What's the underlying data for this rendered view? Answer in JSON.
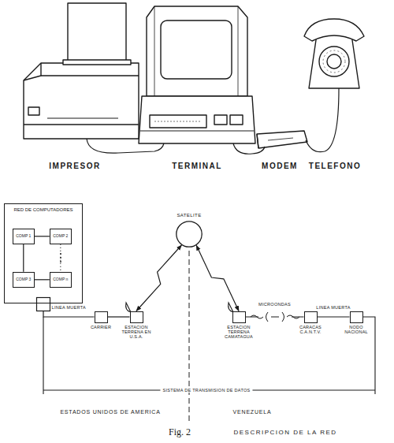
{
  "diagram": {
    "caption": "DESCRIPCION DE LA RED",
    "nodes": [
      {
        "text": [
          "RED DE COMPUTADORES"
        ]
      },
      {
        "text": [
          "COMP 1"
        ],
        "in": 0
      },
      {
        "text": [
          "COMP 2"
        ],
        "in": 0
      },
      {
        "text": [
          "COMP 3"
        ],
        "in": 0
      },
      {
        "text": [
          "COMP n"
        ],
        "in": 0
      },
      {
        "text": [
          "CARRIER"
        ]
      },
      {
        "text": [
          "ESTACION TERRENA EN U.S.A."
        ]
      },
      {
        "text": [
          "SATELITE"
        ]
      },
      {
        "text": [
          "ESTACION TERRENA CAMATAGUA"
        ]
      },
      {
        "text": [
          "CARACAS C.A.N.T.V."
        ]
      },
      {
        "text": [
          "NODO NACIONAL"
        ]
      }
    ],
    "edges": [
      {
        "from": 1,
        "to": 2,
        "arrow": "none"
      },
      {
        "from": 1,
        "to": 3,
        "arrow": "none"
      },
      {
        "from": 2,
        "to": 4,
        "arrow": "none"
      },
      {
        "from": 3,
        "to": 4,
        "arrow": "none"
      },
      {
        "from": 0,
        "to": 5,
        "arrow": "none",
        "label": "LINEA MUERTA"
      },
      {
        "from": 5,
        "to": 6,
        "arrow": "none"
      },
      {
        "from": 6,
        "to": 7,
        "arrow": "both"
      },
      {
        "from": 7,
        "to": 8,
        "arrow": "both"
      },
      {
        "from": 8,
        "to": 9,
        "arrow": "none",
        "label": "MICROONDAS"
      },
      {
        "from": 9,
        "to": 10,
        "arrow": "none",
        "label": "LINEA MUERTA"
      }
    ],
    "labels": [
      "IMPRESOR",
      "TERMINAL",
      "MODEM",
      "TELEFONO",
      "SISTEMA DE TRANSMISION DE DATOS",
      "ESTADOS UNIDOS DE AMERICA",
      "VENEZUELA",
      "Fig. 2"
    ]
  }
}
